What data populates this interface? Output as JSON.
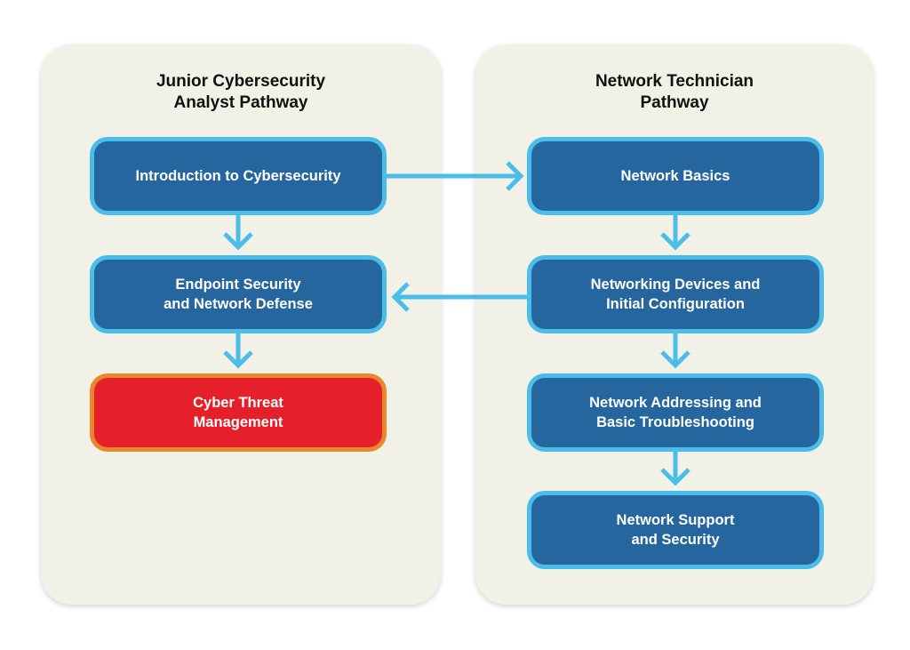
{
  "panels": [
    {
      "title_lines": [
        "Junior Cybersecurity",
        "Analyst Pathway"
      ]
    },
    {
      "title_lines": [
        "Network Technician",
        "Pathway"
      ]
    }
  ],
  "left_nodes": [
    {
      "lines": [
        "Introduction to Cybersecurity"
      ]
    },
    {
      "lines": [
        "Endpoint Security",
        "and Network Defense"
      ]
    },
    {
      "lines": [
        "Cyber Threat",
        "Management"
      ]
    }
  ],
  "right_nodes": [
    {
      "lines": [
        "Network Basics"
      ]
    },
    {
      "lines": [
        "Networking Devices and",
        "Initial Configuration"
      ]
    },
    {
      "lines": [
        "Network Addressing and",
        "Basic Troubleshooting"
      ]
    },
    {
      "lines": [
        "Network Support",
        "and Security"
      ]
    }
  ],
  "colors": {
    "panel_background": "#f2f1e7",
    "node_fill": "#26669e",
    "node_border": "#4bbde9",
    "highlight_fill": "#e5202b",
    "highlight_border": "#e9872b",
    "arrow": "#4bbde9"
  }
}
